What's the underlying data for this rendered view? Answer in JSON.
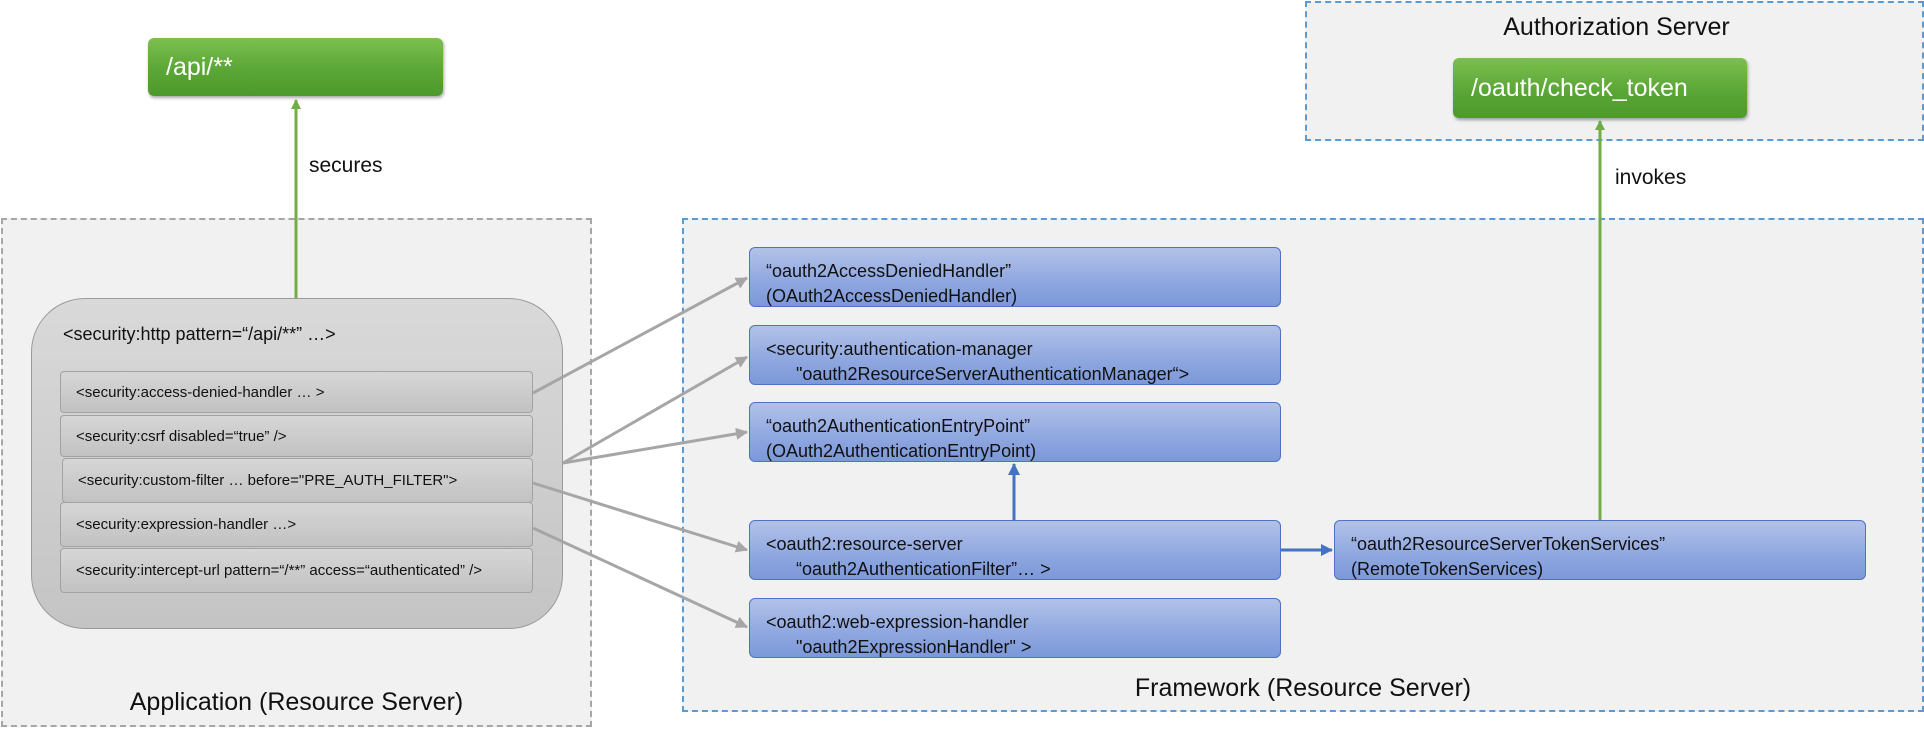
{
  "containers": {
    "application": {
      "label": "Application (Resource Server)"
    },
    "framework": {
      "label": "Framework (Resource Server)"
    },
    "authorization_server": {
      "label": "Authorization Server"
    }
  },
  "endpoints": {
    "api": "/api/**",
    "check_token": "/oauth/check_token"
  },
  "edge_labels": {
    "secures": "secures",
    "invokes": "invokes"
  },
  "http_config": {
    "title": "<security:http pattern=“/api/**” …>",
    "items": [
      "<security:access-denied-handler … >",
      "<security:csrf disabled=“true” />",
      "<security:custom-filter … before=\"PRE_AUTH_FILTER\">",
      "<security:expression-handler …>",
      "<security:intercept-url pattern=“/**” access=“authenticated” />"
    ]
  },
  "framework_beans": {
    "access_denied_handler": {
      "line1": "“oauth2AccessDeniedHandler”",
      "line2": "(OAuth2AccessDeniedHandler)"
    },
    "authentication_manager": {
      "line1": "<security:authentication-manager",
      "line2": "      \"oauth2ResourceServerAuthenticationManager“>"
    },
    "authentication_entry_point": {
      "line1": "“oauth2AuthenticationEntryPoint”",
      "line2": "(OAuth2AuthenticationEntryPoint)"
    },
    "resource_server": {
      "line1": "<oauth2:resource-server",
      "line2": "      “oauth2AuthenticationFilter”… >"
    },
    "web_expression_handler": {
      "line1": "<oauth2:web-expression-handler",
      "line2": "      \"oauth2ExpressionHandler\" >"
    },
    "token_services": {
      "line1": "“oauth2ResourceServerTokenServices”",
      "line2": "(RemoteTokenServices)"
    }
  },
  "colors": {
    "green_arrow": "#70ad47",
    "gray_arrow": "#a6a6a6",
    "blue_arrow": "#4472c4"
  }
}
